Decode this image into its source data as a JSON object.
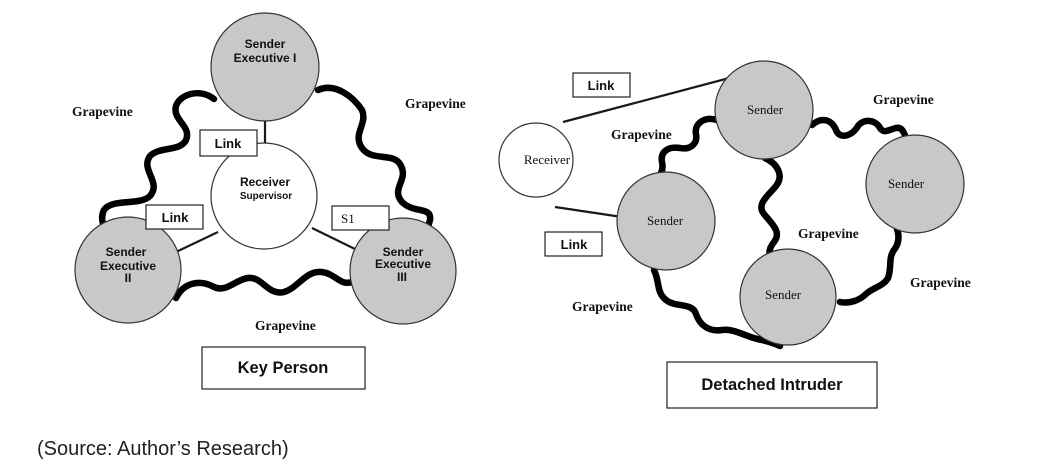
{
  "left_diagram": {
    "nodes": {
      "sender1": [
        "Sender",
        "Executive I"
      ],
      "sender2": [
        "Sender",
        "Executive",
        "II"
      ],
      "sender3": [
        "Sender",
        "Executive",
        "III"
      ],
      "receiver": [
        "Receiver",
        "Supervisor"
      ]
    },
    "link_labels": [
      "Link",
      "Link",
      "S1"
    ],
    "grapevine_labels": [
      "Grapevine",
      "Grapevine",
      "Grapevine"
    ],
    "title": "Key Person"
  },
  "right_diagram": {
    "receiver": "Receiver",
    "senders": [
      "Sender",
      "Sender",
      "Sender",
      "Sender"
    ],
    "link_labels": [
      "Link",
      "Link"
    ],
    "grapevine_labels": [
      "Grapevine",
      "Grapevine",
      "Grapevine",
      "Grapevine",
      "Grapevine"
    ],
    "title": "Detached Intruder"
  },
  "caption": "(Source: Author’s Research)"
}
